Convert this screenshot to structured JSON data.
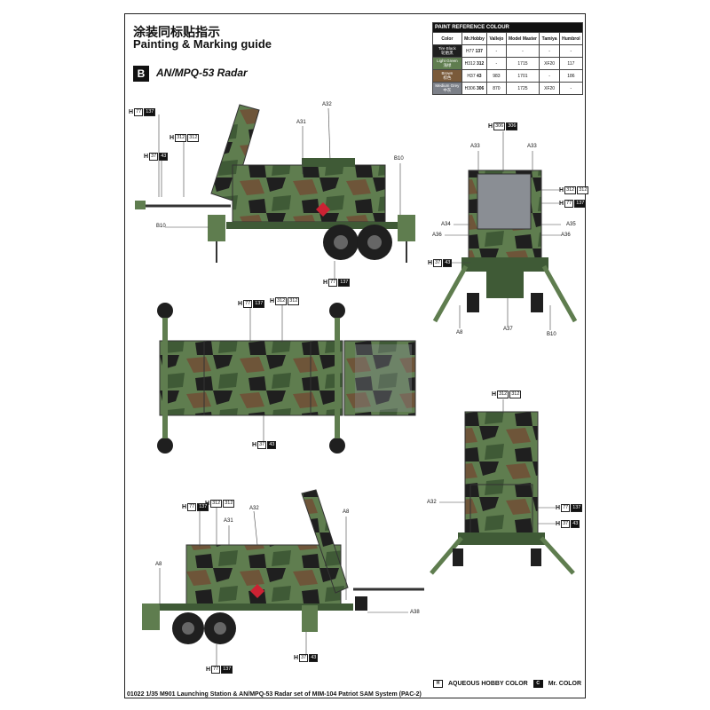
{
  "header": {
    "title_cn": "涂装同标贴指示",
    "title_en": "Painting & Marking guide",
    "section_letter": "B",
    "model_name": "AN/MPQ-53 Radar"
  },
  "paint_table": {
    "title": "PAINT REFERENCE COLOUR",
    "columns": [
      "Color",
      "Mr.Hobby",
      "Vallejo",
      "Model Master",
      "Tamiya",
      "Humbrol"
    ],
    "rows": [
      {
        "name": "Tire Black",
        "name_cn": "轮胎黑",
        "swatch": "#1f1f1f",
        "h": "77",
        "c": "137",
        "vallejo": "-",
        "master": "-",
        "tamiya": "-",
        "humbrol": "-"
      },
      {
        "name": "Light Green",
        "name_cn": "浅绿",
        "swatch": "#5f7d4f",
        "h": "312",
        "c": "312",
        "vallejo": "-",
        "master": "1715",
        "tamiya": "XF20",
        "humbrol": "117"
      },
      {
        "name": "Brown",
        "name_cn": "棕色",
        "swatch": "#7a5a3a",
        "h": "37",
        "c": "43",
        "vallejo": "983",
        "master": "1701",
        "tamiya": "-",
        "humbrol": "186"
      },
      {
        "name": "Medium Grey",
        "name_cn": "中灰",
        "swatch": "#7c8088",
        "h": "306",
        "c": "306",
        "vallejo": "870",
        "master": "1725",
        "tamiya": "XF20",
        "humbrol": "-"
      }
    ]
  },
  "callouts": {
    "side_h77": {
      "h": "77",
      "c": "137"
    },
    "side_h312": {
      "h": "312",
      "c": "312"
    },
    "side_h37": {
      "h": "37",
      "c": "43"
    },
    "side_a31": "A31",
    "side_a32": "A32",
    "side_b10a": "B10",
    "side_b10b": "B10",
    "side_bottom_h77": {
      "h": "77",
      "c": "137"
    },
    "front_h306": {
      "h": "306",
      "c": "306"
    },
    "front_a33a": "A33",
    "front_a33b": "A33",
    "front_h312": {
      "h": "312",
      "c": "312"
    },
    "front_h77": {
      "h": "77",
      "c": "137"
    },
    "front_a34": "A34",
    "front_a35": "A35",
    "front_a36a": "A36",
    "front_a36b": "A36",
    "front_h37": {
      "h": "37",
      "c": "43"
    },
    "front_a8": "A8",
    "front_a37": "A37",
    "front_b10": "B10",
    "top_h77": {
      "h": "77",
      "c": "137"
    },
    "top_h312": {
      "h": "312",
      "c": "312"
    },
    "top_h37": {
      "h": "37",
      "c": "43"
    },
    "rear_h312": {
      "h": "312",
      "c": "312"
    },
    "rear_a32": "A32",
    "rear_h77": {
      "h": "77",
      "c": "137"
    },
    "rear_h37": {
      "h": "37",
      "c": "43"
    },
    "side2_h312": {
      "h": "312",
      "c": "312"
    },
    "side2_h77": {
      "h": "77",
      "c": "137"
    },
    "side2_a31": "A31",
    "side2_a32": "A32",
    "side2_a8": "A8",
    "side2_a8b": "A8",
    "side2_a38": "A38",
    "side2_h37": {
      "h": "37",
      "c": "43"
    },
    "side2_bottom_h77": {
      "h": "77",
      "c": "137"
    }
  },
  "footer": {
    "code": "01022  1/35  M901 Launching Station  & AN/MPQ-53 Radar set of MIM-104 Patriot SAM System (PAC-2)",
    "legend_aqueous": "AQUEOUS HOBBY COLOR",
    "legend_mr": "Mr. COLOR",
    "legend_h_box": "H",
    "legend_c_box": "C"
  },
  "colors": {
    "green": "#5f7d4f",
    "dark_green": "#3f5a36",
    "brown": "#6e5539",
    "black": "#1f1f1f",
    "grey": "#8a8e94"
  }
}
